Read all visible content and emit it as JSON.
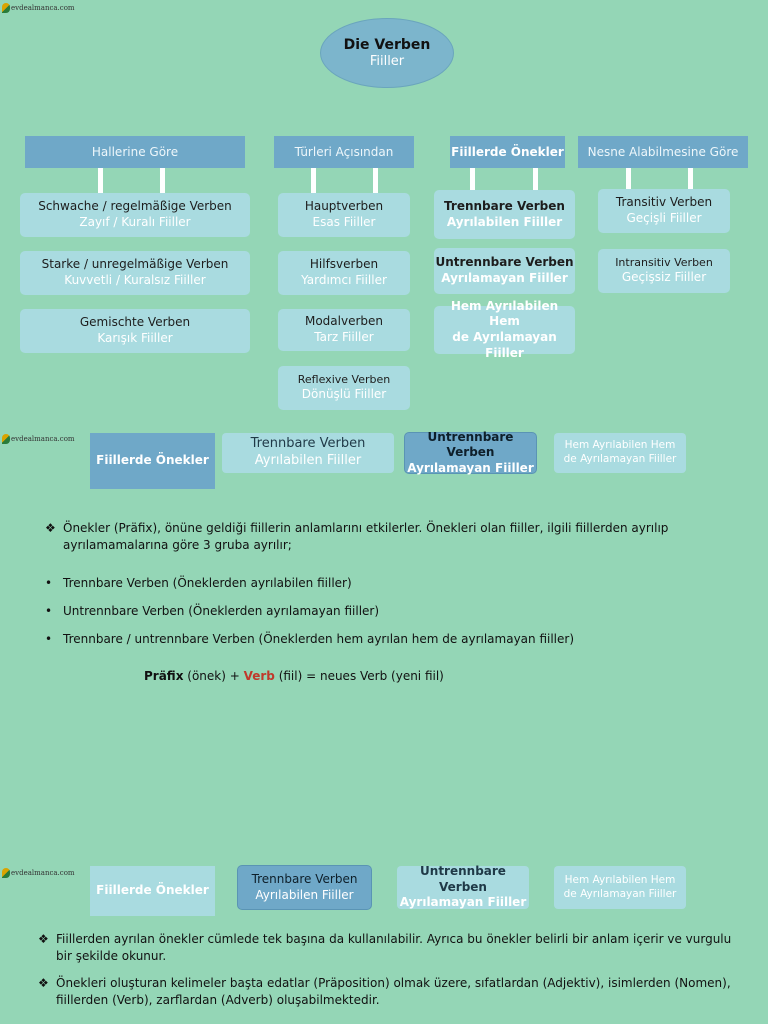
{
  "logo_text": "evdealmanca.com",
  "title": {
    "de": "Die Verben",
    "tr": "Fiiller"
  },
  "categories": [
    {
      "label": "Hallerine Göre",
      "items": [
        {
          "de": "Schwache / regelmäßige Verben",
          "tr": "Zayıf / Kuralı Fiiller"
        },
        {
          "de": "Starke / unregelmäßige Verben",
          "tr": "Kuvvetli / Kuralsız Fiiller"
        },
        {
          "de": "Gemischte Verben",
          "tr": "Karışık Fiiller"
        }
      ]
    },
    {
      "label": "Türleri Açısından",
      "items": [
        {
          "de": "Hauptverben",
          "tr": "Esas Fiiller"
        },
        {
          "de": "Hilfsverben",
          "tr": "Yardımcı Fiiller"
        },
        {
          "de": "Modalverben",
          "tr": "Tarz Fiiller"
        },
        {
          "de": "Reflexive Verben",
          "tr": "Dönüşlü Fiiller"
        }
      ]
    },
    {
      "label": "Fiillerde Önekler",
      "items": [
        {
          "de": "Trennbare Verben",
          "tr": "Ayrılabilen Fiiller"
        },
        {
          "de": "Untrennbare Verben",
          "tr": "Ayrılamayan Fiiller"
        },
        {
          "de": "Hem Ayrılabilen Hem",
          "tr": "de Ayrılamayan Fiiller"
        }
      ]
    },
    {
      "label": "Nesne Alabilmesine Göre",
      "items": [
        {
          "de": "Transitiv Verben",
          "tr": "Geçişli Fiiller"
        },
        {
          "de": "Intransitiv Verben",
          "tr": "Geçişsiz Fiiller"
        }
      ]
    }
  ],
  "tabbar": {
    "main": "Fiillerde Önekler",
    "trennbare": {
      "de": "Trennbare Verben",
      "tr": "Ayrılabilen Fiiller"
    },
    "untrennbare": {
      "de": "Untrennbare Verben",
      "tr": "Ayrılamayan Fiiller"
    },
    "hem": {
      "l1": "Hem Ayrılabilen Hem",
      "l2": "de Ayrılamayan Fiiller"
    }
  },
  "section1": {
    "intro": "Önekler (Präfix), önüne geldiği fiillerin anlamlarını etkilerler. Önekleri olan fiiller, ilgili fiillerden ayrılıp ayrılamamalarına göre 3 gruba ayrılır;",
    "bullets": [
      "Trennbare Verben (Öneklerden ayrılabilen fiiller)",
      "Untrennbare Verben (Öneklerden ayrılamayan fiiller)",
      "Trennbare / untrennbare Verben (Öneklerden hem ayrılan hem de ayrılamayan fiiller)"
    ],
    "formula": {
      "p1": "Präfix",
      "p2": " (önek) + ",
      "p3": "Verb",
      "p4": " (fiil) = neues Verb (yeni fiil)"
    }
  },
  "section2": {
    "points": [
      "Fiillerden ayrılan önekler cümlede tek başına da kullanılabilir. Ayrıca bu önekler belirli bir anlam içerir ve vurgulu bir şekilde okunur.",
      "Önekleri oluşturan kelimeler başta edatlar (Präposition) olmak üzere, sıfatlardan (Adjektiv), isimlerden (Nomen), fiillerden (Verb), zarflardan (Adverb) oluşabilmektedir."
    ]
  },
  "colors": {
    "background": "#94d6b6",
    "header": "#6fa8c8",
    "box": "#a9dbe0",
    "accent_red": "#c0392b"
  }
}
